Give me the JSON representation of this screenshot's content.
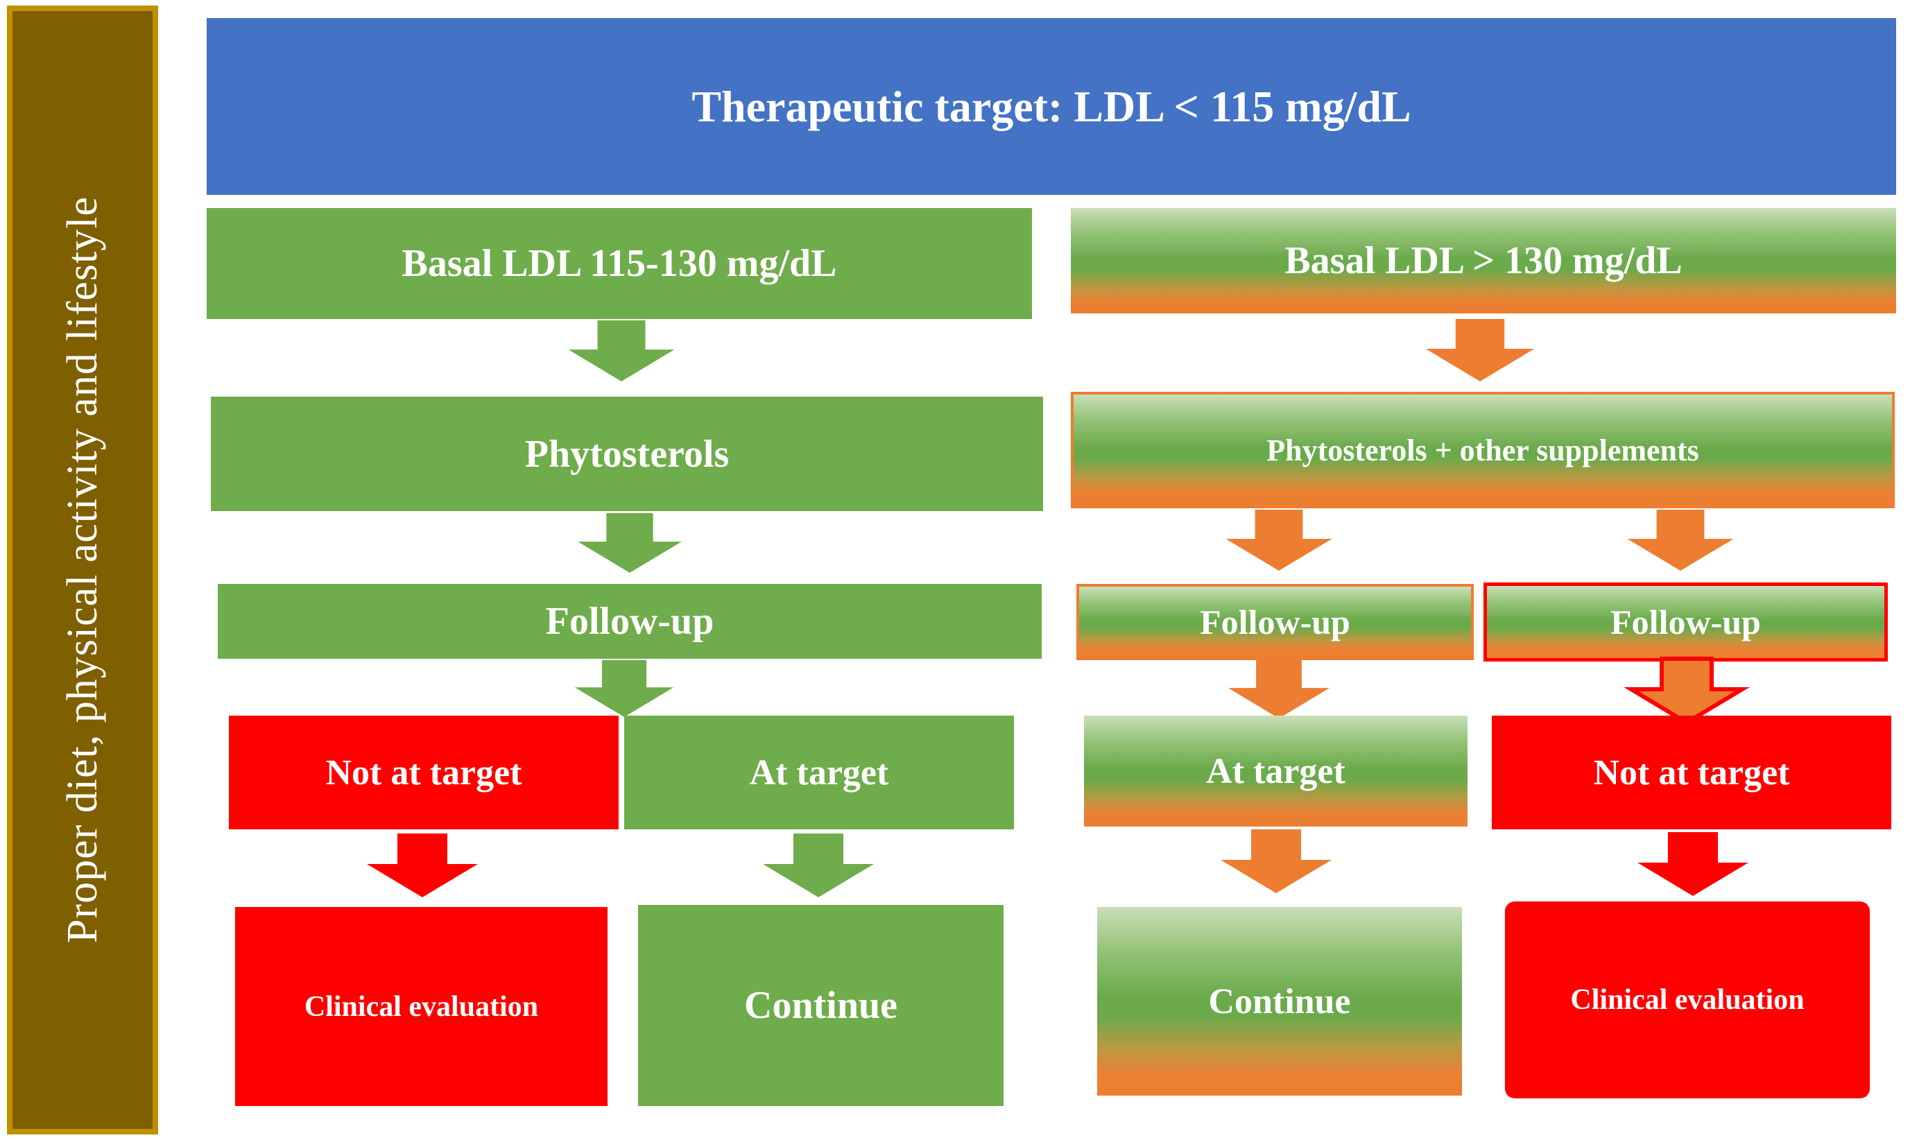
{
  "sidebar": {
    "label": "Proper diet, physical activity and lifestyle"
  },
  "header": {
    "title": "Therapeutic target: LDL < 115 mg/dL"
  },
  "left_branch": {
    "basal": "Basal LDL 115-130 mg/dL",
    "treatment": "Phytosterols",
    "followup": "Follow-up",
    "not_at_target": "Not at target",
    "at_target": "At target",
    "clinical_evaluation": "Clinical evaluation",
    "continue": "Continue"
  },
  "right_branch": {
    "basal": "Basal LDL > 130 mg/dL",
    "treatment": "Phytosterols + other supplements",
    "followup_at": "Follow-up",
    "followup_not": "Follow-up",
    "at_target": "At target",
    "not_at_target": "Not at target",
    "continue": "Continue",
    "clinical_evaluation": "Clinical evaluation"
  },
  "colors": {
    "banner_blue": "#4472C4",
    "green": "#6FAC4B",
    "orange": "#ED7D31",
    "red": "#FE0000",
    "sidebar_fill": "#7F6000",
    "sidebar_border": "#BF9000",
    "gradient_top": "#C9DFB8",
    "gradient_mid": "#6BAA4B",
    "gradient_bottom": "#ED7D31",
    "text": "#FFFFFF"
  }
}
